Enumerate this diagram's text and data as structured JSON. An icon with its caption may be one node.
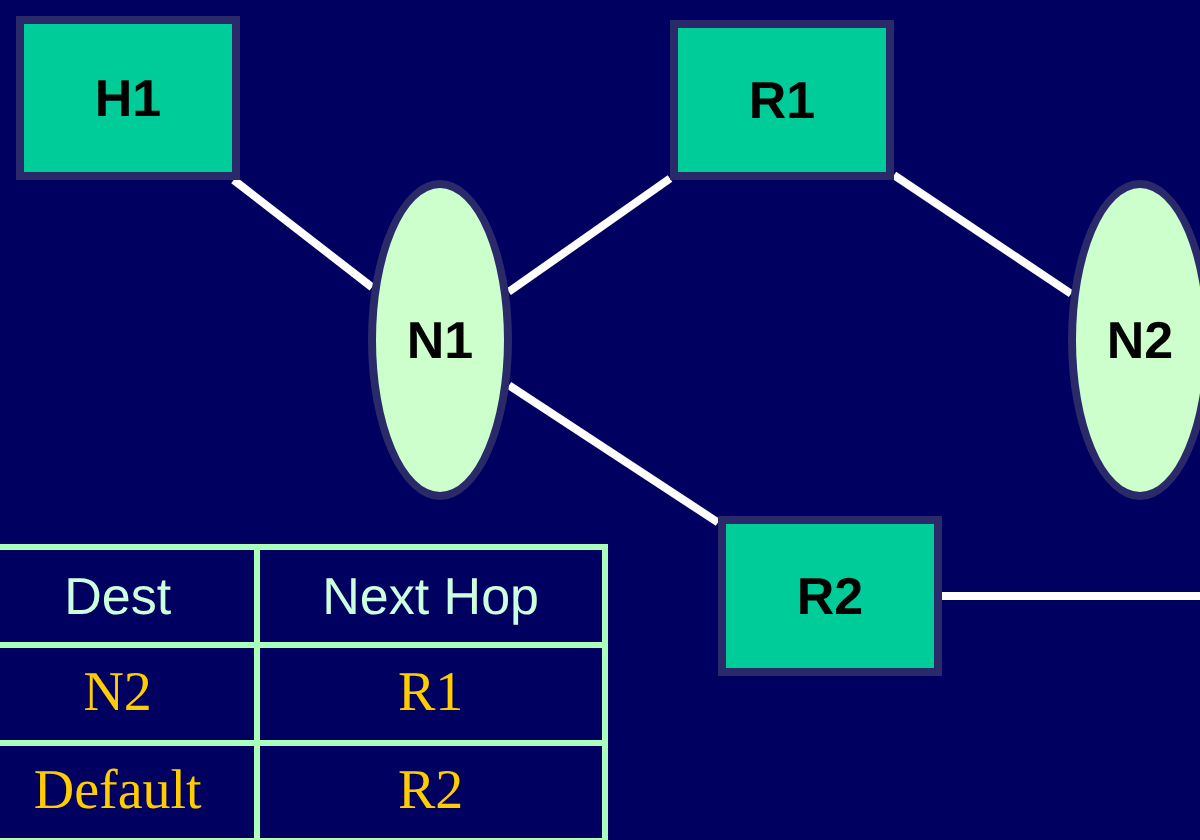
{
  "diagram": {
    "nodes": [
      {
        "text": [
          "H1"
        ]
      },
      {
        "text": [
          "R1"
        ]
      },
      {
        "text": [
          "N1"
        ]
      },
      {
        "text": [
          "N2"
        ]
      },
      {
        "text": [
          "R2"
        ]
      }
    ],
    "edges": [
      {
        "from": 0,
        "to": 2,
        "arrow": "none"
      },
      {
        "from": 2,
        "to": 1,
        "arrow": "none"
      },
      {
        "from": 1,
        "to": 3,
        "arrow": "none"
      },
      {
        "from": 2,
        "to": 4,
        "arrow": "none"
      },
      {
        "from": 4,
        "to": null,
        "arrow": "none"
      }
    ],
    "labels": [
      "Dest",
      "Next Hop",
      "N2",
      "R1",
      "Default",
      "R2"
    ]
  }
}
